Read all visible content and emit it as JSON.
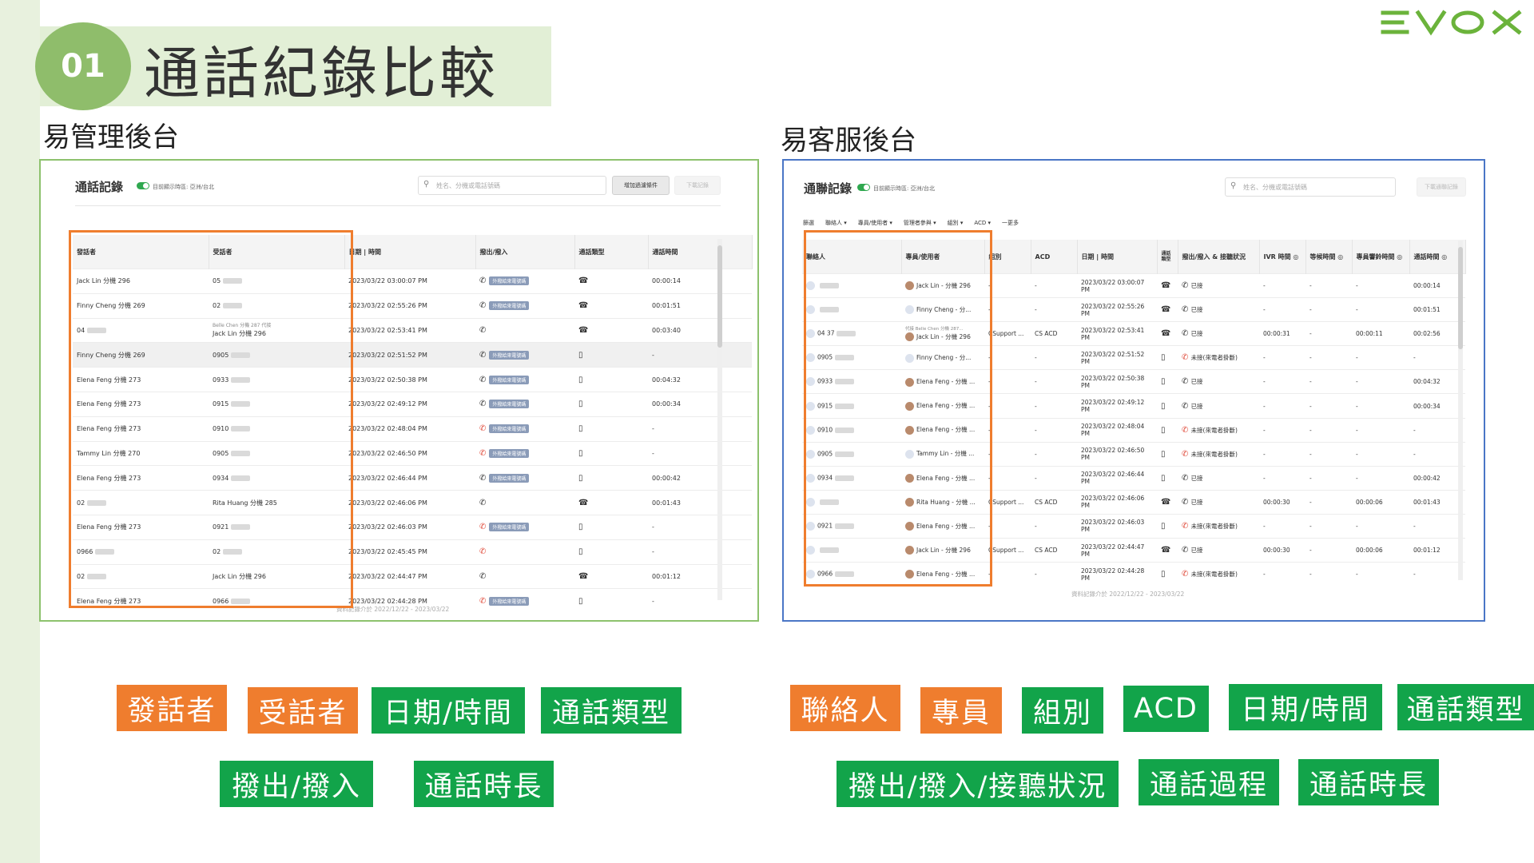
{
  "slide": {
    "number": "01",
    "title": "通話紀錄比較",
    "brand": "EVOX",
    "left_section": "易管理後台",
    "right_section": "易客服後台"
  },
  "left_app": {
    "title": "通話記錄",
    "timezone": "目前顯示時區: 亞洲/台北",
    "search_placeholder": "姓名、分機或電話號碼",
    "add_filter_button": "增加過濾條件",
    "download_button": "下載記錄",
    "columns": [
      "發話者",
      "受話者",
      "日期 | 時間",
      "撥出/撥入",
      "通話類型",
      "通話時間"
    ],
    "tag_label": "外撥給來電號碼",
    "rows": [
      {
        "caller": "Jack Lin 分機 296",
        "callee": "05",
        "datetime": "2023/03/22 03:00:07 PM",
        "type": "desk",
        "duration": "00:00:14",
        "tag": true,
        "red": false
      },
      {
        "caller": "Finny Cheng 分機 269",
        "callee": "02",
        "datetime": "2023/03/22 02:55:26 PM",
        "type": "desk",
        "duration": "00:01:51",
        "tag": true,
        "red": false
      },
      {
        "caller": "04",
        "callee": "Jack Lin 分機 296",
        "callee_note": "Belle Chen 分機 287 代接",
        "datetime": "2023/03/22 02:53:41 PM",
        "type": "desk",
        "duration": "00:03:40",
        "tag": false,
        "red": false
      },
      {
        "caller": "Finny Cheng 分機 269",
        "callee": "0905",
        "datetime": "2023/03/22 02:51:52 PM",
        "type": "mobile",
        "duration": "-",
        "tag": true,
        "red": false
      },
      {
        "caller": "Elena Feng 分機 273",
        "callee": "0933",
        "datetime": "2023/03/22 02:50:38 PM",
        "type": "mobile",
        "duration": "00:04:32",
        "tag": true,
        "red": false
      },
      {
        "caller": "Elena Feng 分機 273",
        "callee": "0915",
        "datetime": "2023/03/22 02:49:12 PM",
        "type": "mobile",
        "duration": "00:00:34",
        "tag": true,
        "red": false
      },
      {
        "caller": "Elena Feng 分機 273",
        "callee": "0910",
        "datetime": "2023/03/22 02:48:04 PM",
        "type": "mobile",
        "duration": "-",
        "tag": true,
        "red": true
      },
      {
        "caller": "Tammy Lin 分機 270",
        "callee": "0905",
        "datetime": "2023/03/22 02:46:50 PM",
        "type": "mobile",
        "duration": "-",
        "tag": true,
        "red": true
      },
      {
        "caller": "Elena Feng 分機 273",
        "callee": "0934",
        "datetime": "2023/03/22 02:46:44 PM",
        "type": "mobile",
        "duration": "00:00:42",
        "tag": true,
        "red": false
      },
      {
        "caller": "02",
        "callee": "Rita Huang 分機 285",
        "datetime": "2023/03/22 02:46:06 PM",
        "type": "desk",
        "duration": "00:01:43",
        "tag": false,
        "red": false
      },
      {
        "caller": "Elena Feng 分機 273",
        "callee": "0921",
        "datetime": "2023/03/22 02:46:03 PM",
        "type": "mobile",
        "duration": "-",
        "tag": true,
        "red": true
      },
      {
        "caller": "0966",
        "callee": "02",
        "datetime": "2023/03/22 02:45:45 PM",
        "type": "mobile",
        "duration": "-",
        "tag": false,
        "red": true
      },
      {
        "caller": "02",
        "callee": "Jack Lin 分機 296",
        "datetime": "2023/03/22 02:44:47 PM",
        "type": "desk",
        "duration": "00:01:12",
        "tag": false,
        "red": false
      },
      {
        "caller": "Elena Feng 分機 273",
        "callee": "0966",
        "datetime": "2023/03/22 02:44:28 PM",
        "type": "mobile",
        "duration": "-",
        "tag": true,
        "red": true
      }
    ],
    "footer": "資料記錄介於 2022/12/22 - 2023/03/22"
  },
  "right_app": {
    "title": "通聯記錄",
    "timezone": "目前顯示時區: 亞洲/台北",
    "search_placeholder": "姓名、分機或電話號碼",
    "download_button": "下載通聯記錄",
    "filters": [
      "篩選",
      "聯絡人 ▾",
      "專員/使用者 ▾",
      "管理者參與 ▾",
      "組別 ▾",
      "ACD ▾",
      "一更多"
    ],
    "columns": [
      "聯絡人",
      "專員/使用者",
      "組別",
      "ACD",
      "日期 | 時間",
      "通話類型",
      "撥出/撥入 & 接聽狀況",
      "IVR 時間 ◎",
      "等候時間 ◎",
      "專員響鈴時間 ◎",
      "通話時間 ◎"
    ],
    "rows": [
      {
        "contact": "",
        "agent": "Jack Lin - 分機 296",
        "group": "-",
        "acd": "-",
        "datetime": "2023/03/22 03:00:07 PM",
        "type": "desk",
        "status": "已接",
        "ivr": "-",
        "wait": "-",
        "ring": "-",
        "duration": "00:00:14"
      },
      {
        "contact": "",
        "agent": "Finny Cheng - 分...",
        "group": "-",
        "acd": "-",
        "datetime": "2023/03/22 02:55:26 PM",
        "type": "desk",
        "status": "已接",
        "ivr": "-",
        "wait": "-",
        "ring": "-",
        "duration": "00:01:51"
      },
      {
        "contact": "04 37",
        "agent": "Jack Lin - 分機 296",
        "agent_note": "代接 Belle Chen 分機 287...",
        "group": "CSupport ...",
        "acd": "CS ACD",
        "datetime": "2023/03/22 02:53:41 PM",
        "type": "desk",
        "status": "已接",
        "ivr": "00:00:31",
        "wait": "-",
        "ring": "00:00:11",
        "duration": "00:02:56"
      },
      {
        "contact": "0905",
        "agent": "Finny Cheng - 分...",
        "group": "-",
        "acd": "-",
        "datetime": "2023/03/22 02:51:52 PM",
        "type": "mobile",
        "status": "未接(來電者掛斷)",
        "ivr": "-",
        "wait": "-",
        "ring": "-",
        "duration": "-"
      },
      {
        "contact": "0933",
        "agent": "Elena Feng - 分機 ...",
        "group": "-",
        "acd": "-",
        "datetime": "2023/03/22 02:50:38 PM",
        "type": "mobile",
        "status": "已接",
        "ivr": "-",
        "wait": "-",
        "ring": "-",
        "duration": "00:04:32"
      },
      {
        "contact": "0915",
        "agent": "Elena Feng - 分機 ...",
        "group": "-",
        "acd": "-",
        "datetime": "2023/03/22 02:49:12 PM",
        "type": "mobile",
        "status": "已接",
        "ivr": "-",
        "wait": "-",
        "ring": "-",
        "duration": "00:00:34"
      },
      {
        "contact": "0910",
        "agent": "Elena Feng - 分機 ...",
        "group": "-",
        "acd": "-",
        "datetime": "2023/03/22 02:48:04 PM",
        "type": "mobile",
        "status": "未接(來電者掛斷)",
        "ivr": "-",
        "wait": "-",
        "ring": "-",
        "duration": "-"
      },
      {
        "contact": "0905",
        "agent": "Tammy Lin - 分機 ...",
        "group": "-",
        "acd": "-",
        "datetime": "2023/03/22 02:46:50 PM",
        "type": "mobile",
        "status": "未接(來電者掛斷)",
        "ivr": "-",
        "wait": "-",
        "ring": "-",
        "duration": "-"
      },
      {
        "contact": "0934",
        "agent": "Elena Feng - 分機 ...",
        "group": "-",
        "acd": "-",
        "datetime": "2023/03/22 02:46:44 PM",
        "type": "mobile",
        "status": "已接",
        "ivr": "-",
        "wait": "-",
        "ring": "-",
        "duration": "00:00:42"
      },
      {
        "contact": "",
        "agent": "Rita Huang - 分機 ...",
        "group": "CSupport ...",
        "acd": "CS ACD",
        "datetime": "2023/03/22 02:46:06 PM",
        "type": "desk",
        "status": "已接",
        "ivr": "00:00:30",
        "wait": "-",
        "ring": "00:00:06",
        "duration": "00:01:43"
      },
      {
        "contact": "0921",
        "agent": "Elena Feng - 分機 ...",
        "group": "-",
        "acd": "-",
        "datetime": "2023/03/22 02:46:03 PM",
        "type": "mobile",
        "status": "未接(來電者掛斷)",
        "ivr": "-",
        "wait": "-",
        "ring": "-",
        "duration": "-"
      },
      {
        "contact": "",
        "agent": "Jack Lin - 分機 296",
        "group": "CSupport ...",
        "acd": "CS ACD",
        "datetime": "2023/03/22 02:44:47 PM",
        "type": "desk",
        "status": "已接",
        "ivr": "00:00:30",
        "wait": "-",
        "ring": "00:00:06",
        "duration": "00:01:12"
      },
      {
        "contact": "0966",
        "agent": "Elena Feng - 分機 ...",
        "group": "-",
        "acd": "-",
        "datetime": "2023/03/22 02:44:28 PM",
        "type": "mobile",
        "status": "未接(來電者掛斷)",
        "ivr": "-",
        "wait": "-",
        "ring": "-",
        "duration": "-"
      }
    ],
    "footer": "資料記錄介於 2022/12/22 - 2023/03/22"
  },
  "left_chips": [
    {
      "label": "發話者",
      "color": "orange"
    },
    {
      "label": "受話者",
      "color": "orange"
    },
    {
      "label": "日期/時間",
      "color": "green"
    },
    {
      "label": "通話類型",
      "color": "green"
    },
    {
      "label": "撥出/撥入",
      "color": "green"
    },
    {
      "label": "通話時長",
      "color": "green"
    }
  ],
  "right_chips": [
    {
      "label": "聯絡人",
      "color": "orange"
    },
    {
      "label": "專員",
      "color": "orange"
    },
    {
      "label": "組別",
      "color": "green"
    },
    {
      "label": "ACD",
      "color": "green"
    },
    {
      "label": "日期/時間",
      "color": "green"
    },
    {
      "label": "通話類型",
      "color": "green"
    },
    {
      "label": "撥出/撥入/接聽狀況",
      "color": "green"
    },
    {
      "label": "通話過程",
      "color": "green"
    },
    {
      "label": "通話時長",
      "color": "green"
    }
  ],
  "colors": {
    "orange": "#ef7d2e",
    "green": "#12a44a",
    "brand_green": "#6bb33b",
    "left_border": "#8dc26d",
    "right_border": "#4a76c6"
  }
}
